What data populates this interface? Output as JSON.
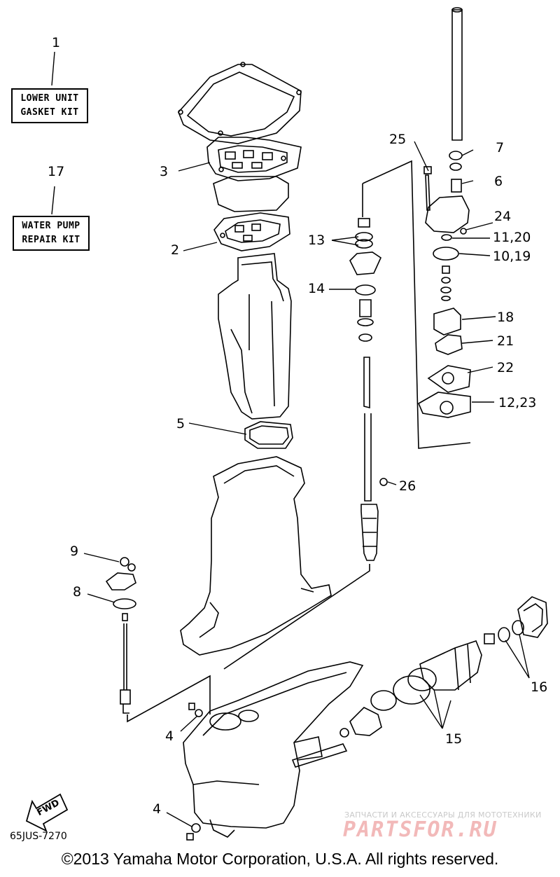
{
  "kits": {
    "lower_unit": {
      "callout": "1",
      "line1": "LOWER UNIT",
      "line2": "GASKET KIT"
    },
    "water_pump": {
      "callout": "17",
      "line1": "WATER PUMP",
      "line2": "REPAIR KIT"
    }
  },
  "callouts": {
    "c2": "2",
    "c3": "3",
    "c4a": "4",
    "c4b": "4",
    "c5": "5",
    "c6": "6",
    "c7": "7",
    "c8": "8",
    "c9": "9",
    "c10_19": "10,19",
    "c11_20": "11,20",
    "c12_23": "12,23",
    "c13": "13",
    "c14": "14",
    "c15": "15",
    "c16": "16",
    "c18": "18",
    "c21": "21",
    "c22": "22",
    "c24": "24",
    "c25": "25",
    "c26": "26"
  },
  "fwd_label": "FWD",
  "part_number": "65JUS-7270",
  "copyright": "©2013 Yamaha Motor Corporation, U.S.A. All rights reserved.",
  "watermark": {
    "subtitle": "ЗАПЧАСТИ И АКСЕССУАРЫ ДЛЯ МОТОТЕХНИКИ",
    "logo": "PARTSFOR.RU"
  }
}
